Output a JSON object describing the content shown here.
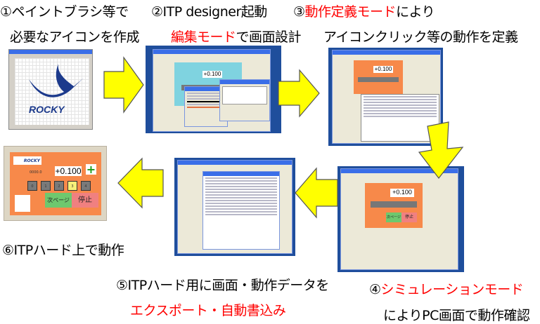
{
  "steps": {
    "s1": {
      "line1": "①ペイントブラシ等で",
      "line2": "必要なアイコンを作成"
    },
    "s2": {
      "line1": "②ITP designer起動",
      "line2_red": "編集モード",
      "line2_rest": "で画面設計"
    },
    "s3": {
      "num": "③",
      "line1_red": "動作定義モード",
      "line1_rest": "により",
      "line2": "アイコンクリック等の動作を定義"
    },
    "s4": {
      "num": "④",
      "line1_red": "シミュレーションモード",
      "line2": "によりPC画面で動作確認"
    },
    "s5": {
      "line1": "⑤ITPハード用に画面・動作データを",
      "line2_red": "エクスポート・自動書込み"
    },
    "s6": {
      "line1": "⑥ITPハード上で動作"
    }
  },
  "screen": {
    "logo_text": "ROCKY",
    "counter": "0000.0",
    "value": "+0.100",
    "keys": [
      "0",
      "1",
      "2",
      "3",
      "4"
    ],
    "next_page": "次ページ",
    "stop": "停止",
    "plus": "+"
  },
  "colors": {
    "arrow": "#ffff00",
    "panel": "#f7894a",
    "highlight": "#ff0000",
    "desktop": "#1f4e9c"
  }
}
